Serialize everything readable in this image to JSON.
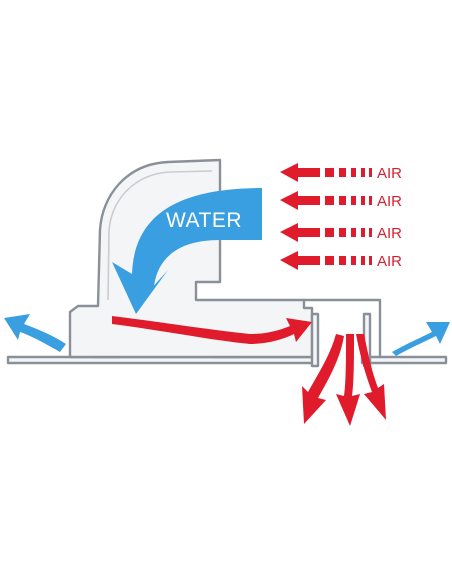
{
  "labels": {
    "water": "WATER",
    "air": [
      "AIR",
      "AIR",
      "AIR",
      "AIR"
    ]
  },
  "colors": {
    "water_flow": "#3a9fe0",
    "air_flow": "#e01b2c",
    "structure_outline": "#8a9099",
    "structure_fill": "#f4f5f7"
  }
}
